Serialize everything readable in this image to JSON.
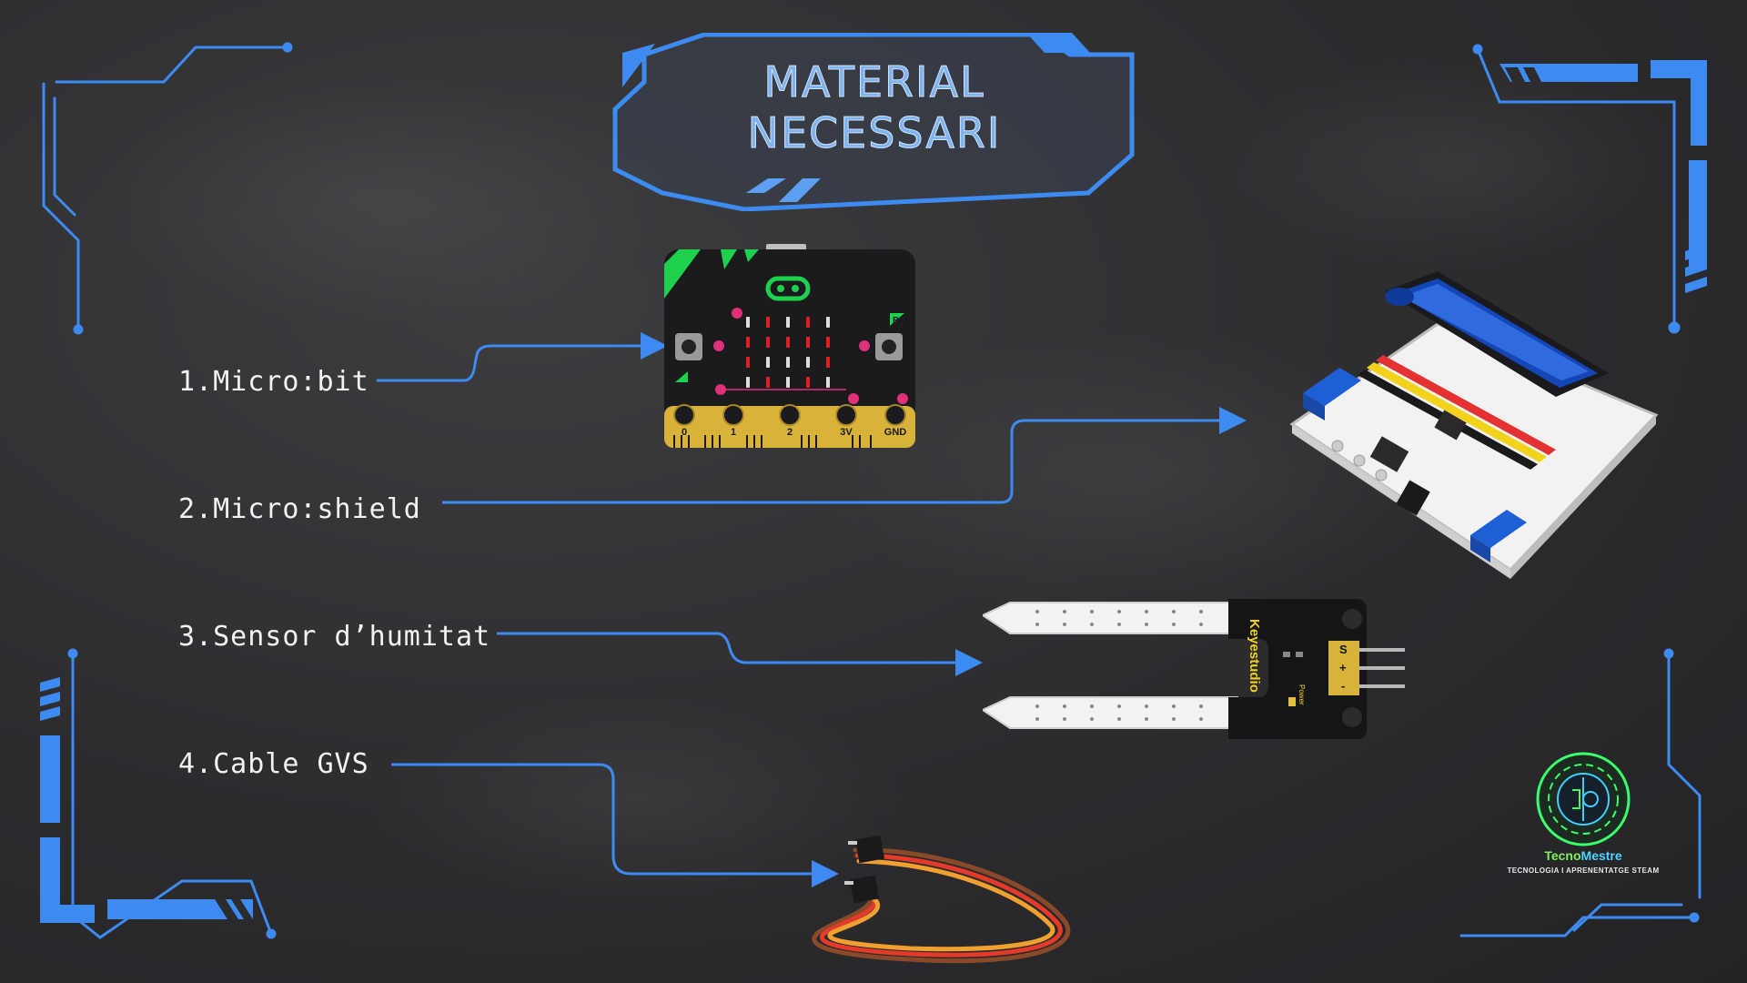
{
  "title": {
    "line1": "MATERIAL",
    "line2": "NECESSARI"
  },
  "items": [
    {
      "label": "1.Micro:bit"
    },
    {
      "label": "2.Micro:shield"
    },
    {
      "label": "3.Sensor d’humitat"
    },
    {
      "label": "4.Cable GVS"
    }
  ],
  "microbit": {
    "pins": [
      "0",
      "1",
      "2",
      "3V",
      "GND"
    ],
    "button_b": "B"
  },
  "sensor": {
    "brand": "Keyestudio",
    "pins": [
      "S",
      "+",
      "-"
    ],
    "power": "Power"
  },
  "logo": {
    "name_a": "Tecno",
    "name_b": "Mestre",
    "tagline": "TECNOLOGIA I APRENENTATGE STEAM"
  },
  "colors": {
    "accent": "#3d8bf0",
    "chalkboard": "#2f2f32",
    "title": "#7fb3f0"
  }
}
